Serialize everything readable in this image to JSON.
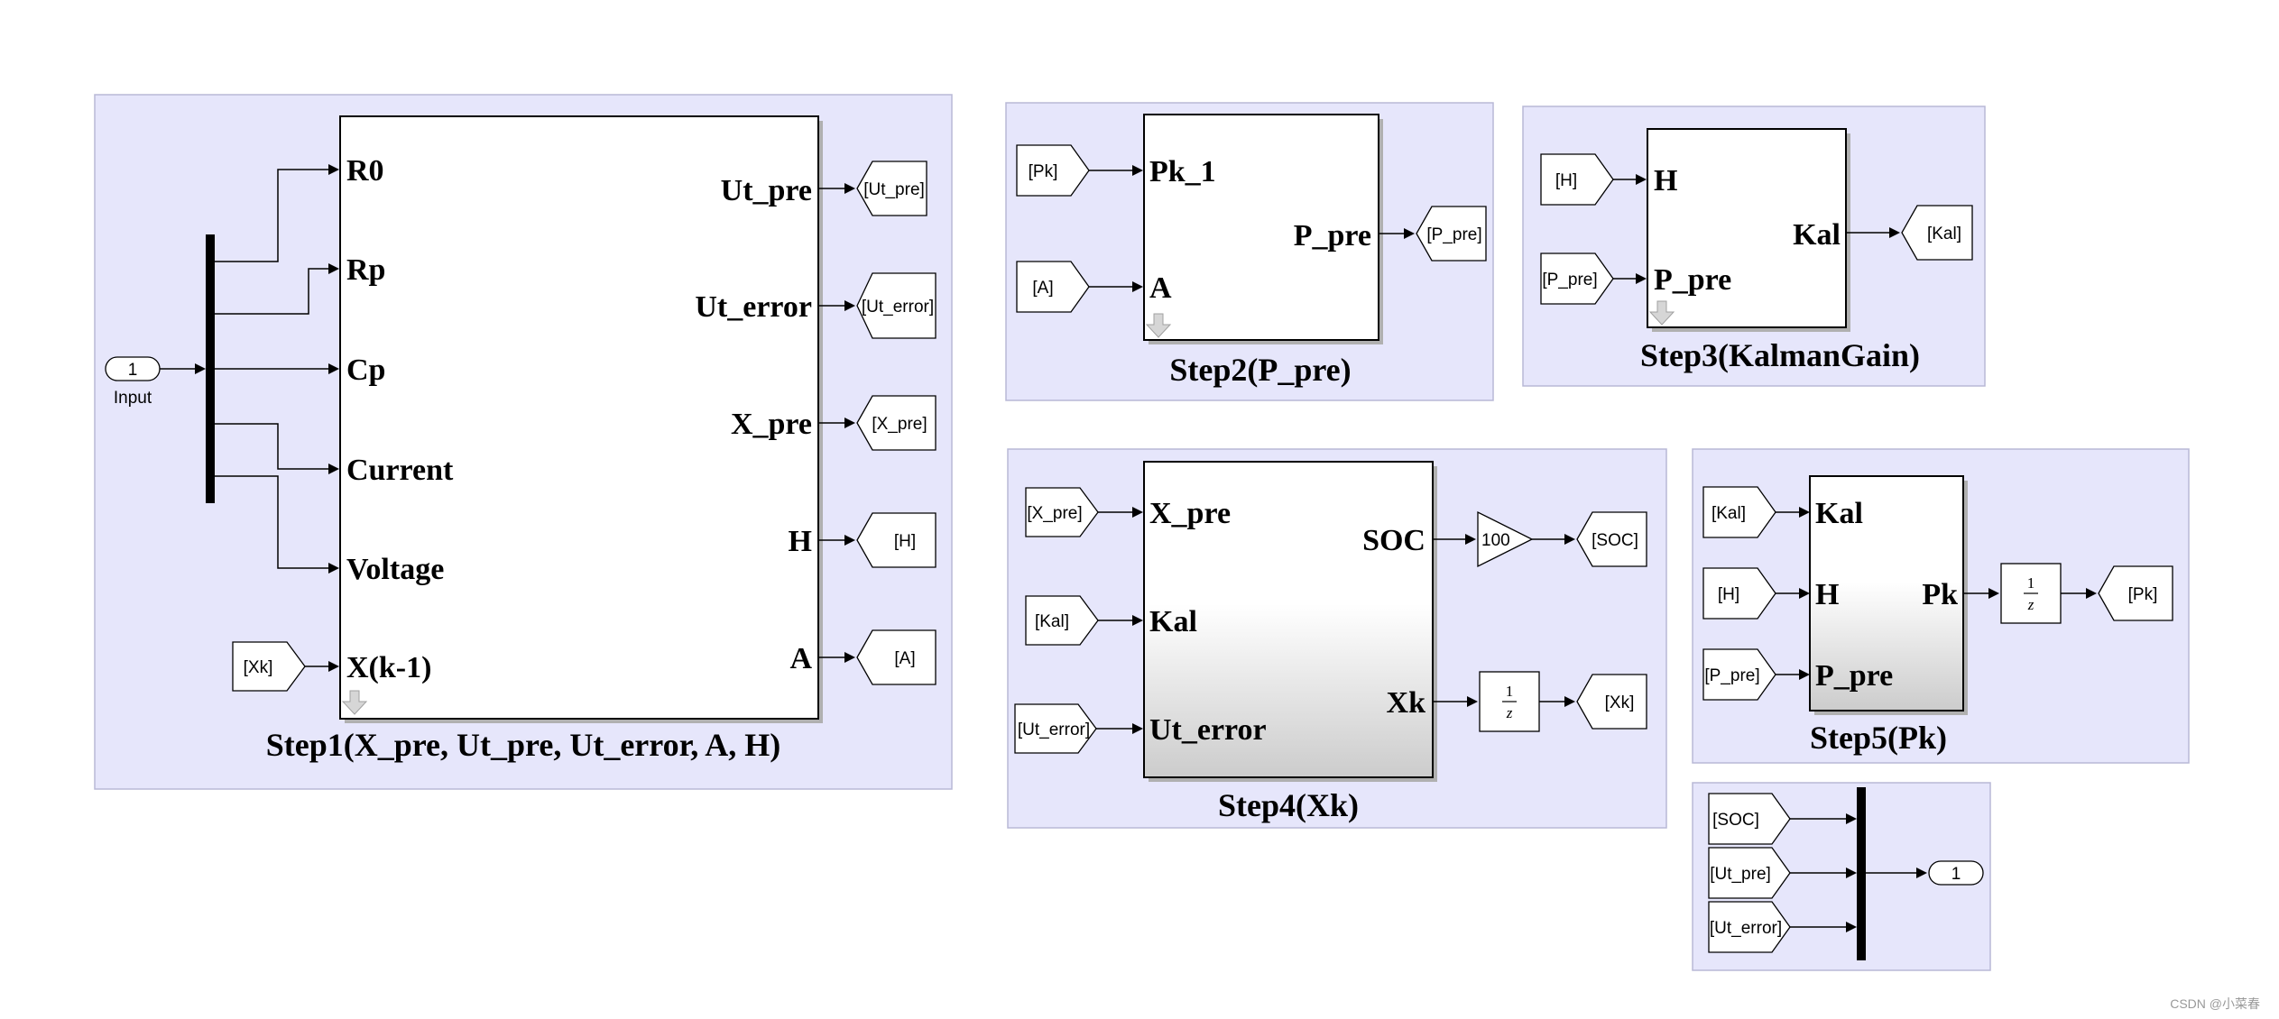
{
  "step1": {
    "title": "Step1(X_pre, Ut_pre, Ut_error, A, H)",
    "inports": [
      "R0",
      "Rp",
      "Cp",
      "Current",
      "Voltage",
      "X(k-1)"
    ],
    "outports": [
      "Ut_pre",
      "Ut_error",
      "X_pre",
      "H",
      "A"
    ],
    "input_number": "1",
    "input_label": "Input",
    "from_tags": [
      "[Xk]"
    ],
    "goto_tags": [
      "[Ut_pre]",
      "[Ut_error]",
      "[X_pre]",
      "[H]",
      "[A]"
    ]
  },
  "step2": {
    "title": "Step2(P_pre)",
    "inports": [
      "Pk_1",
      "A"
    ],
    "outports": [
      "P_pre"
    ],
    "from_tags": [
      "[Pk]",
      "[A]"
    ],
    "goto_tags": [
      "[P_pre]"
    ]
  },
  "step3": {
    "title": "Step3(KalmanGain)",
    "inports": [
      "H",
      "P_pre"
    ],
    "outports": [
      "Kal"
    ],
    "from_tags": [
      "[H]",
      "[P_pre]"
    ],
    "goto_tags": [
      "[Kal]"
    ]
  },
  "step4": {
    "title": "Step4(Xk)",
    "inports": [
      "X_pre",
      "Kal",
      "Ut_error"
    ],
    "outports": [
      "SOC",
      "Xk"
    ],
    "from_tags": [
      "[X_pre]",
      "[Kal]",
      "[Ut_error]"
    ],
    "goto_tags": [
      "[SOC]",
      "[Xk]"
    ],
    "gain": "100",
    "delay_num": "1",
    "delay_den": "z"
  },
  "step5": {
    "title": "Step5(Pk)",
    "inports": [
      "Kal",
      "H",
      "P_pre"
    ],
    "outports": [
      "Pk"
    ],
    "from_tags": [
      "[Kal]",
      "[H]",
      "[P_pre]"
    ],
    "goto_tags": [
      "[Pk]"
    ],
    "delay_num": "1",
    "delay_den": "z"
  },
  "output": {
    "from_tags": [
      "[SOC]",
      "[Ut_pre]",
      "[Ut_error]"
    ],
    "outport_number": "1"
  },
  "watermark": "CSDN @小菜春"
}
